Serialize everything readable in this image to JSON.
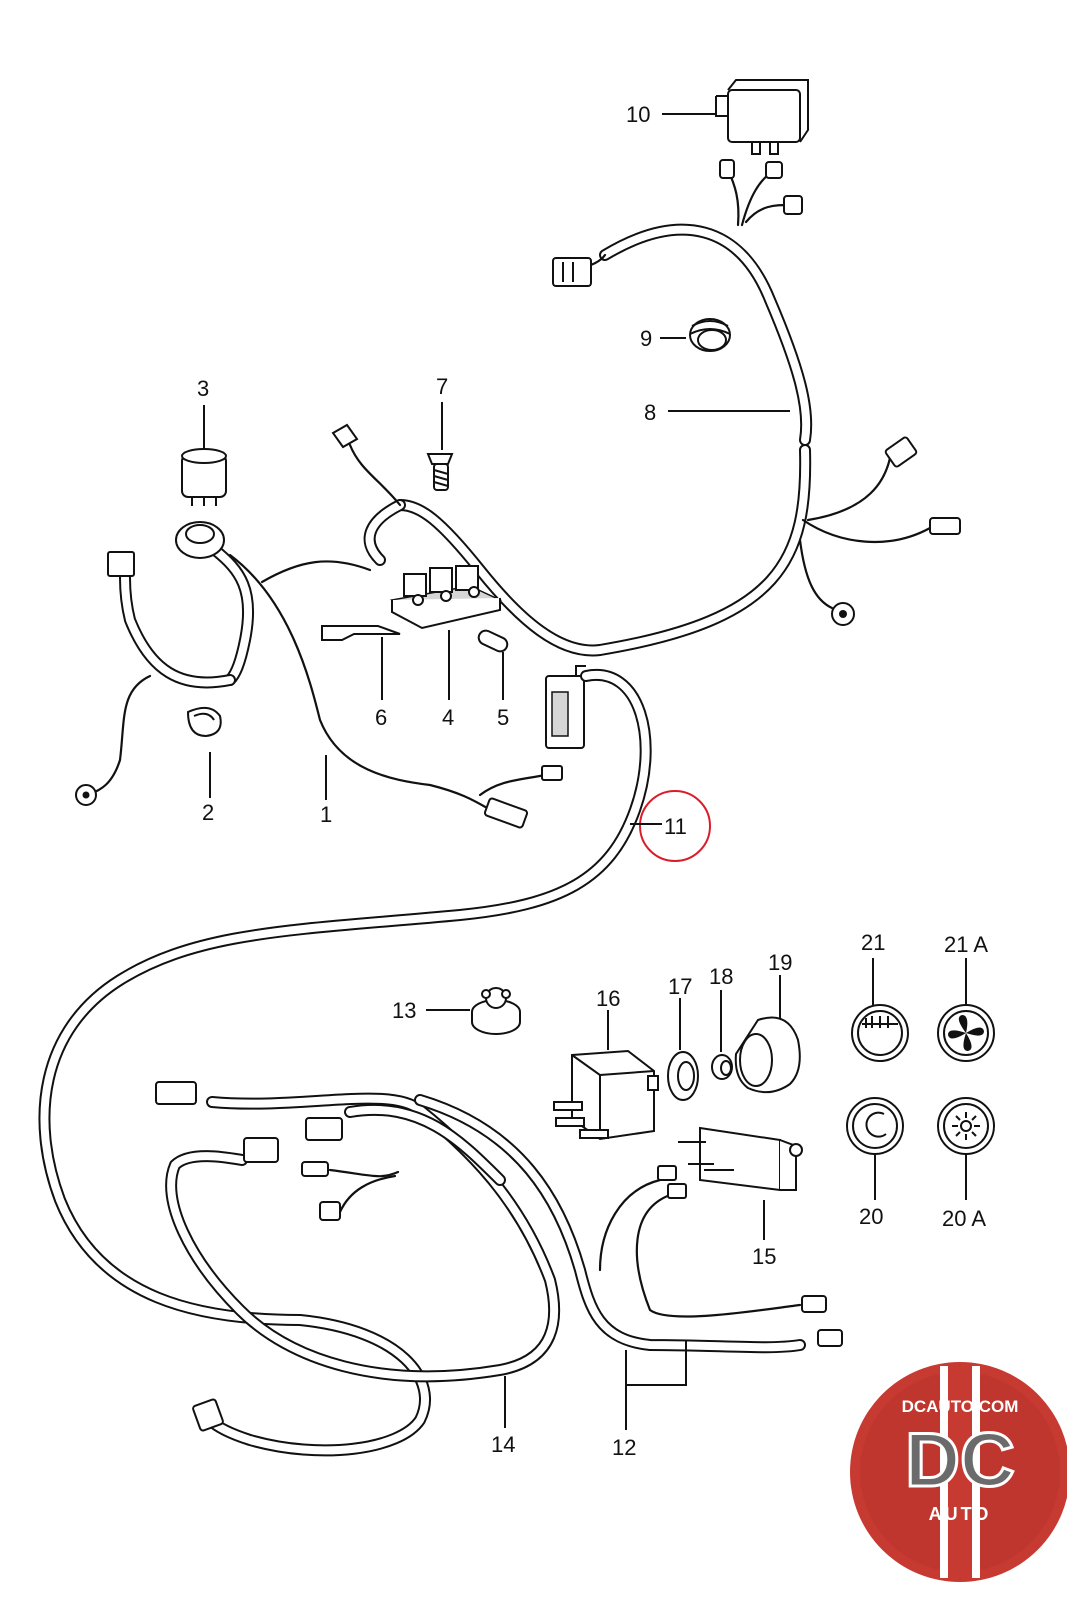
{
  "callouts": {
    "c1": "1",
    "c2": "2",
    "c3": "3",
    "c4": "4",
    "c5": "5",
    "c6": "6",
    "c7": "7",
    "c8": "8",
    "c9": "9",
    "c10": "10",
    "c11": "11",
    "c12": "12",
    "c13": "13",
    "c14": "14",
    "c15": "15",
    "c16": "16",
    "c17": "17",
    "c18": "18",
    "c19": "19",
    "c20": "20",
    "c20a": "20 A",
    "c21": "21",
    "c21a": "21 A"
  },
  "highlight": {
    "callout": "11",
    "color": "#d81e2a"
  },
  "watermark": {
    "text_top": "DCAUTO.COM",
    "monogram": "DC",
    "text_bottom": "AUTO",
    "colors": {
      "ring": "#c73a32",
      "inner": "#6b6b6b",
      "stripe": "#ffffff"
    }
  }
}
